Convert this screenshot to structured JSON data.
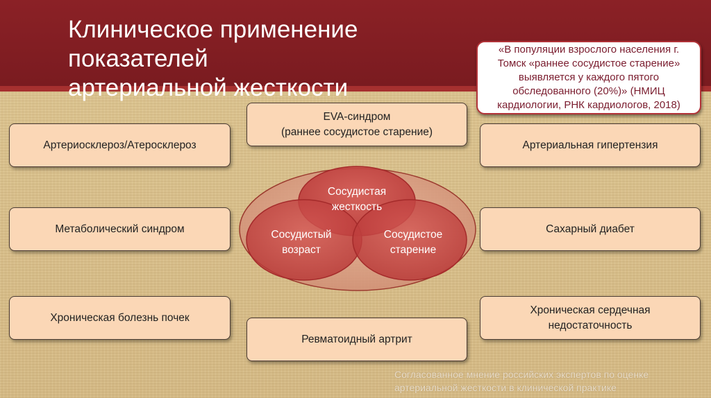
{
  "title_lines": [
    "Клиническое применение показателей",
    "артериальной жесткости"
  ],
  "callout_lines": [
    "«В популяции взрослого населения г.",
    "Томск «раннее сосудистое старение»",
    "выявляется у каждого пятого",
    "обследованного (20%)» (НМИЦ",
    "кардиологии, РНК кардиологов, 2018)"
  ],
  "boxes": {
    "arteriosclerosis": "Артериосклероз/Атеросклероз",
    "eva_syndrome_lines": [
      "EVA-синдром",
      "(раннее сосудистое старение)"
    ],
    "arterial_hypertension": "Артериальная гипертензия",
    "metabolic_syndrome": "Метаболический синдром",
    "diabetes": "Сахарный диабет",
    "chronic_kidney_disease": "Хроническая болезнь почек",
    "rheumatoid_arthritis": "Ревматоидный артрит",
    "heart_failure_lines": [
      "Хроническая сердечная",
      "недостаточность"
    ]
  },
  "venn": {
    "stiffness_lines": [
      "Сосудистая",
      "жесткость"
    ],
    "age_lines": [
      "Сосудистый",
      "возраст"
    ],
    "aging_lines": [
      "Сосудистое",
      "старение"
    ]
  },
  "footnote_lines": [
    "Согласованное мнение российских экспертов по оценке",
    "артериальной жесткости в клинической практике"
  ],
  "colors": {
    "header": "#8b2126",
    "box_fill": "#fbd7b6",
    "venn_fill": "#c9433f",
    "callout_border": "#b23338",
    "callout_text": "#7a1c2e"
  }
}
